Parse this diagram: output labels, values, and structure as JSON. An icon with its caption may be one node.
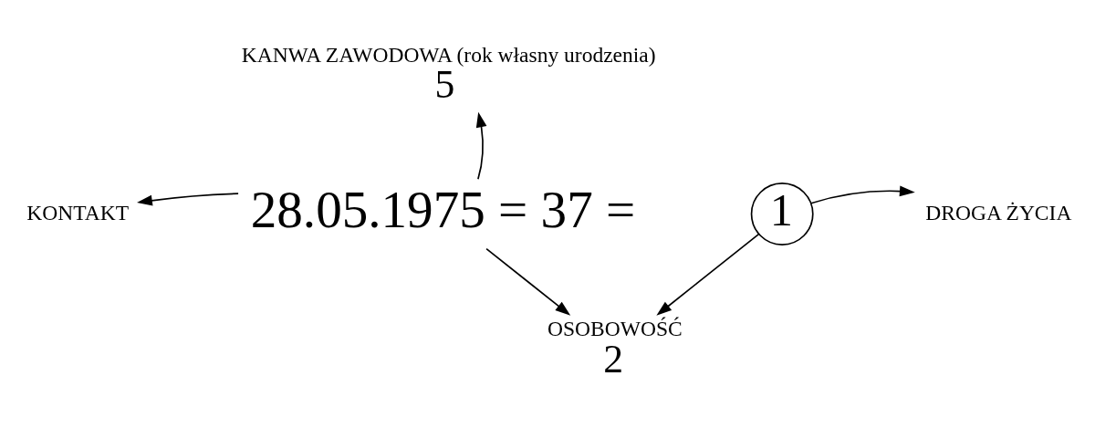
{
  "diagram": {
    "nodes": [
      {
        "text": [
          "KANWA ZAWODOWA (rok własny urodzenia)",
          "5"
        ]
      },
      {
        "text": [
          "KONTAKT"
        ]
      },
      {
        "text": [
          "28.05.1975 = 37 ="
        ]
      },
      {
        "text": [
          "1"
        ]
      },
      {
        "text": [
          "DROGA ŻYCIA"
        ]
      },
      {
        "text": [
          "OSOBOWOŚĆ",
          "2"
        ]
      }
    ],
    "edges": [
      {
        "from": 2,
        "to": 1,
        "arrow": "to"
      },
      {
        "from": 2,
        "to": 0,
        "arrow": "to"
      },
      {
        "from": 3,
        "to": 4,
        "arrow": "to"
      },
      {
        "from": 2,
        "to": 5,
        "arrow": "to"
      },
      {
        "from": 3,
        "to": 5,
        "arrow": "to"
      }
    ]
  }
}
